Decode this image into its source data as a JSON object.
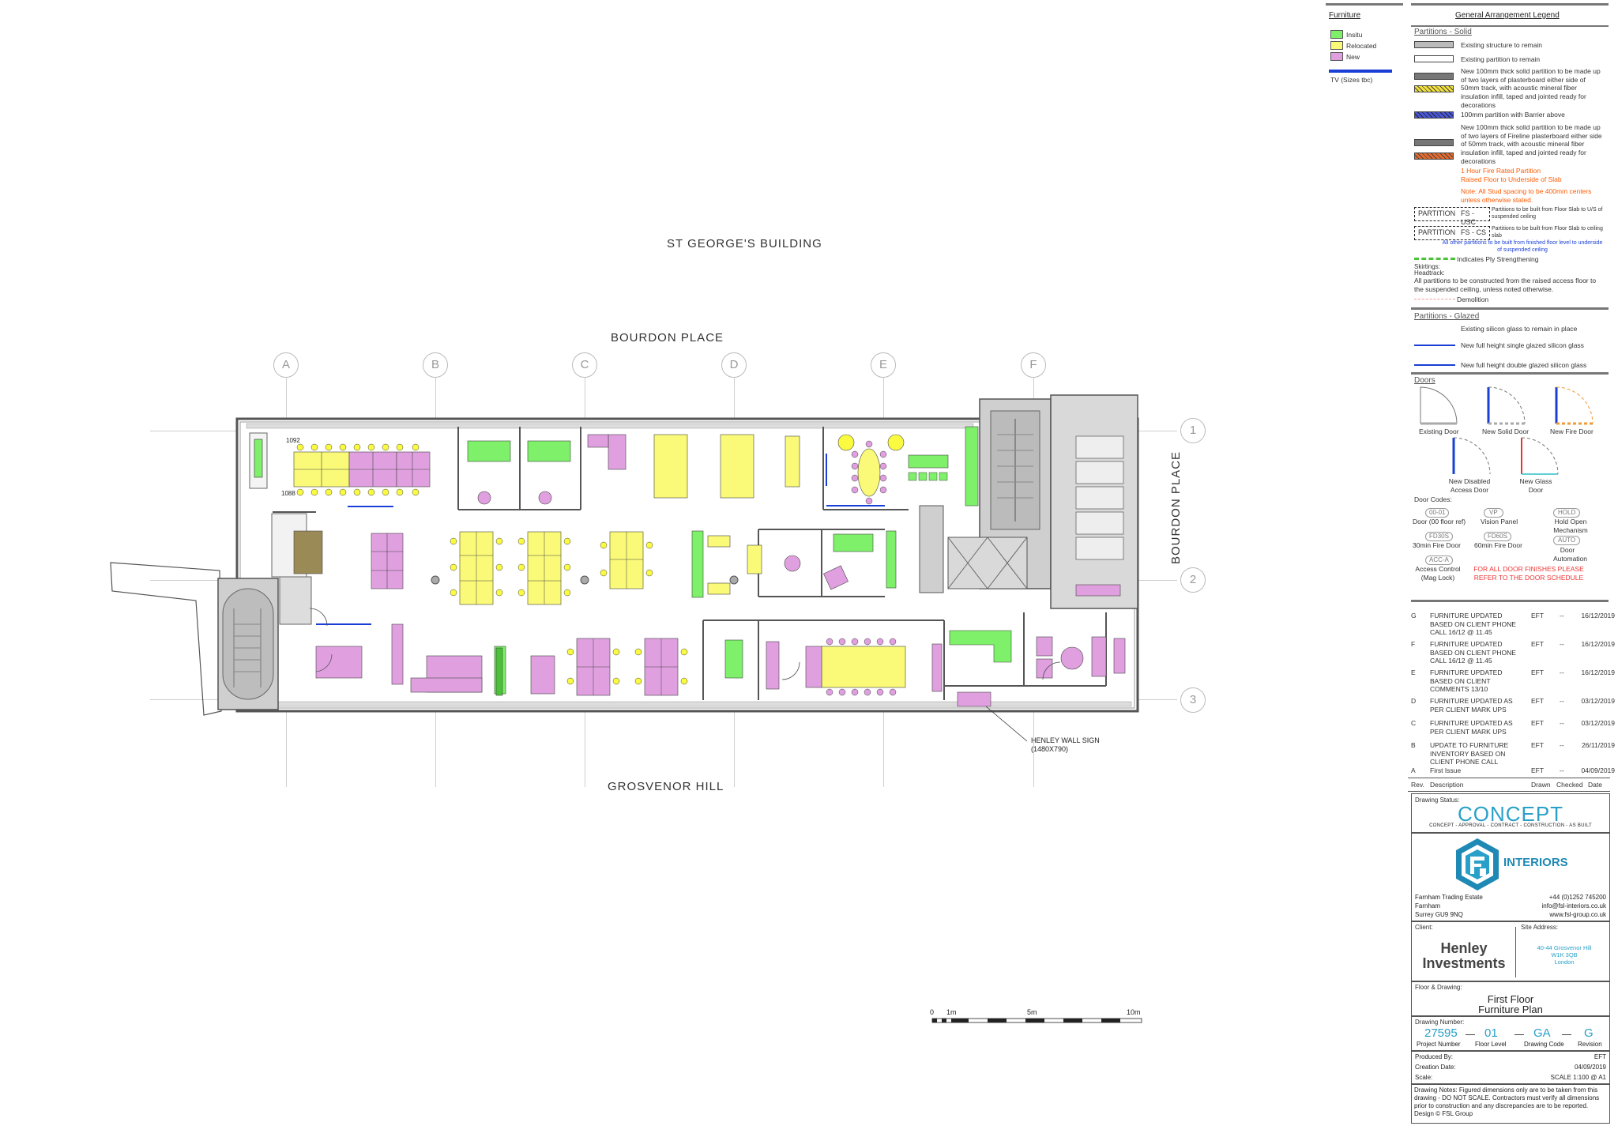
{
  "labels": {
    "building": "ST GEORGE'S BUILDING",
    "street_top": "BOURDON PLACE",
    "street_bottom": "GROSVENOR HILL",
    "street_right": "BOURDON PLACE",
    "wall_sign": "HENLEY WALL SIGN",
    "wall_sign_size": "(1480X790)",
    "room_1092": "1092",
    "room_1088": "1088"
  },
  "grid": {
    "columns": [
      "A",
      "B",
      "C",
      "D",
      "E",
      "F"
    ],
    "rows": [
      "1",
      "2",
      "3"
    ]
  },
  "scale_bar": {
    "labels": [
      "0",
      "1m",
      "5m",
      "10m"
    ]
  },
  "furniture_legend": {
    "title": "Furniture",
    "items": [
      {
        "label": "Insitu",
        "color": "#7ef06a"
      },
      {
        "label": "Relocated",
        "color": "#fafa78"
      },
      {
        "label": "New",
        "color": "#e0a0e0"
      }
    ],
    "tv": "TV (Sizes tbc)"
  },
  "ga_legend": {
    "title": "General Arrangement Legend",
    "partitions_solid": "Partitions - Solid",
    "solid_items": [
      "Existing structure to remain",
      "Existing partition to remain",
      "New 100mm thick solid partition to be made up of two layers of plasterboard either side of 50mm track, with acoustic mineral fiber insulation infill, taped and jointed ready for decorations",
      "100mm partition with Barrier above",
      "New 100mm thick solid partition to be made up of two layers of Fireline plasterboard either side of 50mm track, with acoustic mineral fiber insulation infill, taped and jointed ready for decorations"
    ],
    "fire_rated": "1 Hour Fire Rated Partition",
    "raised_floor": "Raised Floor to Underside of Slab",
    "stud_note": "Note: All Stud spacing to be 400mm centers unless otherwise stated.",
    "partition_word": "PARTITION",
    "fs_usc": "FS - USC",
    "fs_usc_desc": "Partitions to be built from Floor Slab to U/S of suspended ceiling",
    "fs_cs": "FS - CS",
    "fs_cs_desc": "Partitions to be built from Floor Slab to ceiling slab",
    "other_partitions": "All other partitions to be built from finished floor level to underside of suspended ceiling",
    "ply": "Indicates Ply Strengthening",
    "skirtings": "Skirtings:",
    "headtrack": "Headtrack:",
    "all_partitions": "All partitions to be constructed from the raised access floor to the suspended ceiling, unless noted otherwise.",
    "demolition": "Demolition",
    "partitions_glazed": "Partitions - Glazed",
    "glazed_items": [
      "Existing silicon glass to remain in place",
      "New full height single glazed silicon glass",
      "New full height double glazed silicon glass"
    ],
    "doors": "Doors",
    "door_types": [
      "Existing Door",
      "New Solid Door",
      "New Fire Door",
      "New Disabled Access Door",
      "New Glass Door"
    ],
    "door_codes_title": "Door Codes:",
    "door_codes": [
      {
        "code": "00-01",
        "desc": "Door (00 floor ref)"
      },
      {
        "code": "VP",
        "desc": "Vision Panel"
      },
      {
        "code": "HOLD",
        "desc": "Hold Open Mechanism"
      },
      {
        "code": "FD30S",
        "desc": "30min Fire Door"
      },
      {
        "code": "FD60S",
        "desc": "60min Fire Door"
      },
      {
        "code": "AUTO",
        "desc": "Door Automation"
      },
      {
        "code": "ACC-A",
        "desc": "Access Control (Mag Lock)"
      }
    ],
    "door_finish_note": "FOR ALL DOOR FINISHES PLEASE REFER TO THE DOOR SCHEDULE"
  },
  "revisions": [
    {
      "rev": "G",
      "desc": "FURNITURE UPDATED BASED ON CLIENT PHONE CALL 16/12 @ 11.45",
      "drawn": "EFT",
      "checked": "--",
      "date": "16/12/2019"
    },
    {
      "rev": "F",
      "desc": "FURNITURE UPDATED BASED ON CLIENT PHONE CALL 16/12 @ 11.45",
      "drawn": "EFT",
      "checked": "--",
      "date": "16/12/2019"
    },
    {
      "rev": "E",
      "desc": "FURNITURE UPDATED BASED ON CLIENT COMMENTS 13/10",
      "drawn": "EFT",
      "checked": "--",
      "date": "16/12/2019"
    },
    {
      "rev": "D",
      "desc": "FURNITURE UPDATED AS PER CLIENT MARK UPS",
      "drawn": "EFT",
      "checked": "--",
      "date": "03/12/2019"
    },
    {
      "rev": "C",
      "desc": "FURNITURE UPDATED AS PER CLIENT MARK UPS",
      "drawn": "EFT",
      "checked": "--",
      "date": "03/12/2019"
    },
    {
      "rev": "B",
      "desc": "UPDATE TO FURNITURE INVENTORY BASED ON CLIENT PHONE CALL",
      "drawn": "EFT",
      "checked": "--",
      "date": "26/11/2019"
    },
    {
      "rev": "A",
      "desc": "First Issue",
      "drawn": "EFT",
      "checked": "--",
      "date": "04/09/2019"
    }
  ],
  "rev_headers": {
    "rev": "Rev.",
    "desc": "Description",
    "drawn": "Drawn",
    "checked": "Checked",
    "date": "Date"
  },
  "title_block": {
    "status_label": "Drawing Status:",
    "status": "CONCEPT",
    "status_steps": "CONCEPT - APPROVAL - CONTRACT - CONSTRUCTION - AS BUILT",
    "company": "INTERIORS",
    "address": [
      "Farnham Trading Estate",
      "Farnham",
      "Surrey GU9 9NQ"
    ],
    "contact": [
      "+44 (0)1252 745200",
      "info@fsl-interiors.co.uk",
      "www.fsl-group.co.uk"
    ],
    "client_label": "Client:",
    "client": "Henley Investments",
    "site_label": "Site Address:",
    "site": [
      "40-44 Grosvenor Hill",
      "W1K 3QB",
      "London"
    ],
    "floor_label": "Floor & Drawing:",
    "floor_title": [
      "First Floor",
      "Furniture Plan"
    ],
    "number_label": "Drawing Number:",
    "number_parts": [
      {
        "value": "27595",
        "caption": "Project Number"
      },
      {
        "value": "01",
        "caption": "Floor Level"
      },
      {
        "value": "GA",
        "caption": "Drawing Code"
      },
      {
        "value": "G",
        "caption": "Revision"
      }
    ],
    "produced_label": "Produced By:",
    "produced": "EFT",
    "created_label": "Creation Date:",
    "created": "04/09/2019",
    "scale_label": "Scale:",
    "scale": "SCALE 1:100 @ A1",
    "notes": "Drawing Notes: Figured dimensions only are to be taken from this drawing - DO NOT SCALE. Contractors must verify all dimensions prior to construction and any discrepancies are to be reported. Design © FSL Group"
  }
}
